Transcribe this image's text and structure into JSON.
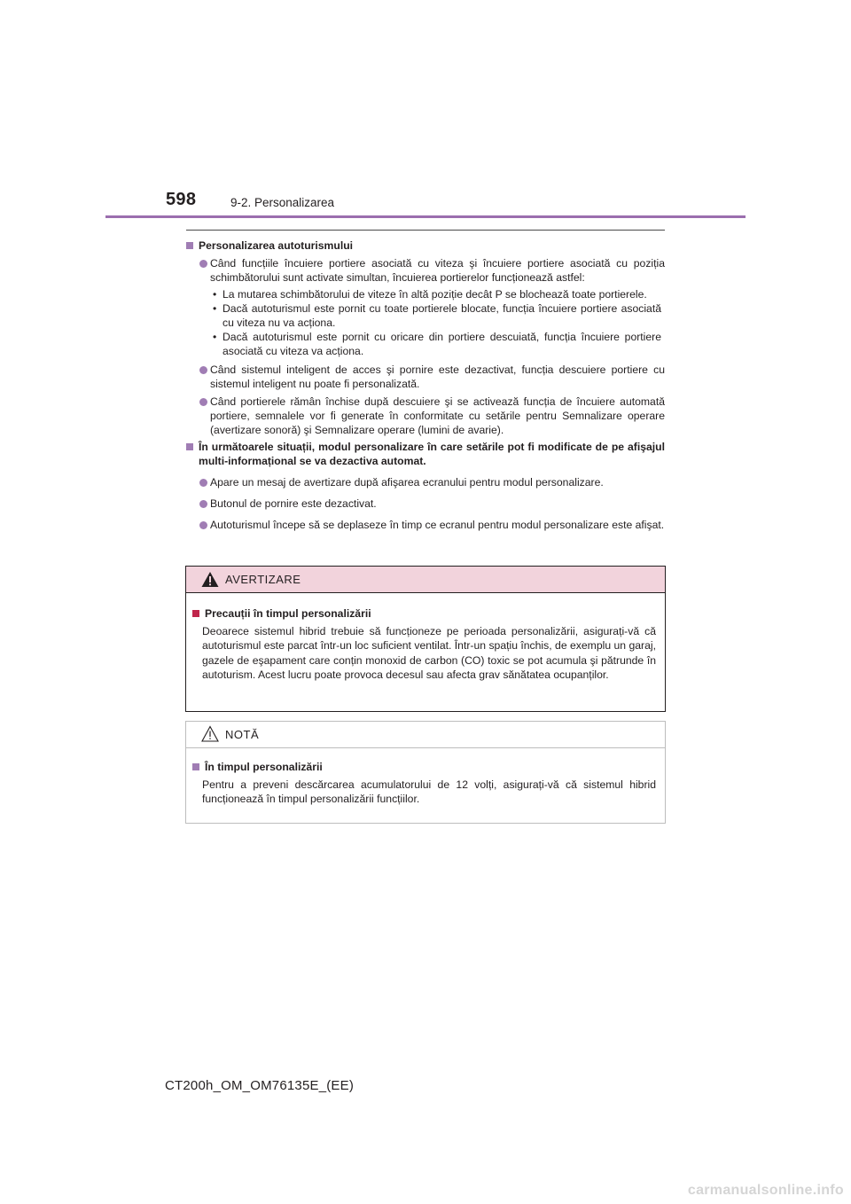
{
  "header": {
    "page_number": "598",
    "section": "9-2. Personalizarea"
  },
  "section1": {
    "heading": "Personalizarea autoturismului",
    "bullets": [
      "Când funcțiile încuiere portiere asociată cu viteza şi încuiere portiere asociată cu poziția schimbătorului sunt activate simultan, încuierea portierelor funcționează astfel:",
      "Când sistemul inteligent de acces şi pornire este dezactivat, funcția descuiere portiere cu sistemul inteligent nu poate fi personalizată.",
      "Când portierele rămân închise după descuiere şi se activează funcția de încuiere automată portiere, semnalele vor fi generate în conformitate cu setările pentru Semnalizare operare (avertizare sonoră) şi Semnalizare operare (lumini de avarie)."
    ],
    "subitems": [
      "La mutarea schimbătorului de viteze în altă poziție decât P se blochează toate portierele.",
      "Dacă autoturismul este pornit cu toate portierele blocate, funcția încuiere portiere asociată cu viteza nu va acționa.",
      "Dacă autoturismul este pornit cu oricare din portiere descuiată, funcția încuiere portiere asociată cu viteza va acționa."
    ]
  },
  "section2": {
    "heading": "În următoarele situații, modul personalizare în care setările pot fi modificate de pe afişajul multi-informațional se va dezactiva automat.",
    "bullets": [
      "Apare un mesaj de avertizare după afişarea ecranului pentru modul personalizare.",
      "Butonul de pornire este dezactivat.",
      "Autoturismul începe să se deplaseze în timp ce ecranul pentru modul personalizare este afişat."
    ]
  },
  "warning": {
    "title": "AVERTIZARE",
    "heading": "Precauții în timpul personalizării",
    "text": "Deoarece sistemul hibrid trebuie să funcționeze pe perioada personalizării, asigurați-vă că autoturismul este parcat într-un loc suficient ventilat. Într-un spațiu închis, de exemplu un garaj, gazele de eşapament care conțin monoxid de carbon (CO) toxic se pot acumula şi pătrunde în autoturism. Acest lucru poate provoca decesul sau afecta grav sănătatea ocupanților."
  },
  "note": {
    "title": "NOTĂ",
    "heading": "În timpul personalizării",
    "text": "Pentru a preveni descărcarea acumulatorului de 12 volți, asigurați-vă că sistemul hibrid funcționează în timpul personalizării funcțiilor."
  },
  "footer": {
    "code": "CT200h_OM_OM76135E_(EE)"
  },
  "watermark": {
    "text": "carmanualsonline.info"
  },
  "colors": {
    "accent_purple": "#9b6eae",
    "warning_bg": "#f2d3dc",
    "warning_square": "#c0254b"
  }
}
